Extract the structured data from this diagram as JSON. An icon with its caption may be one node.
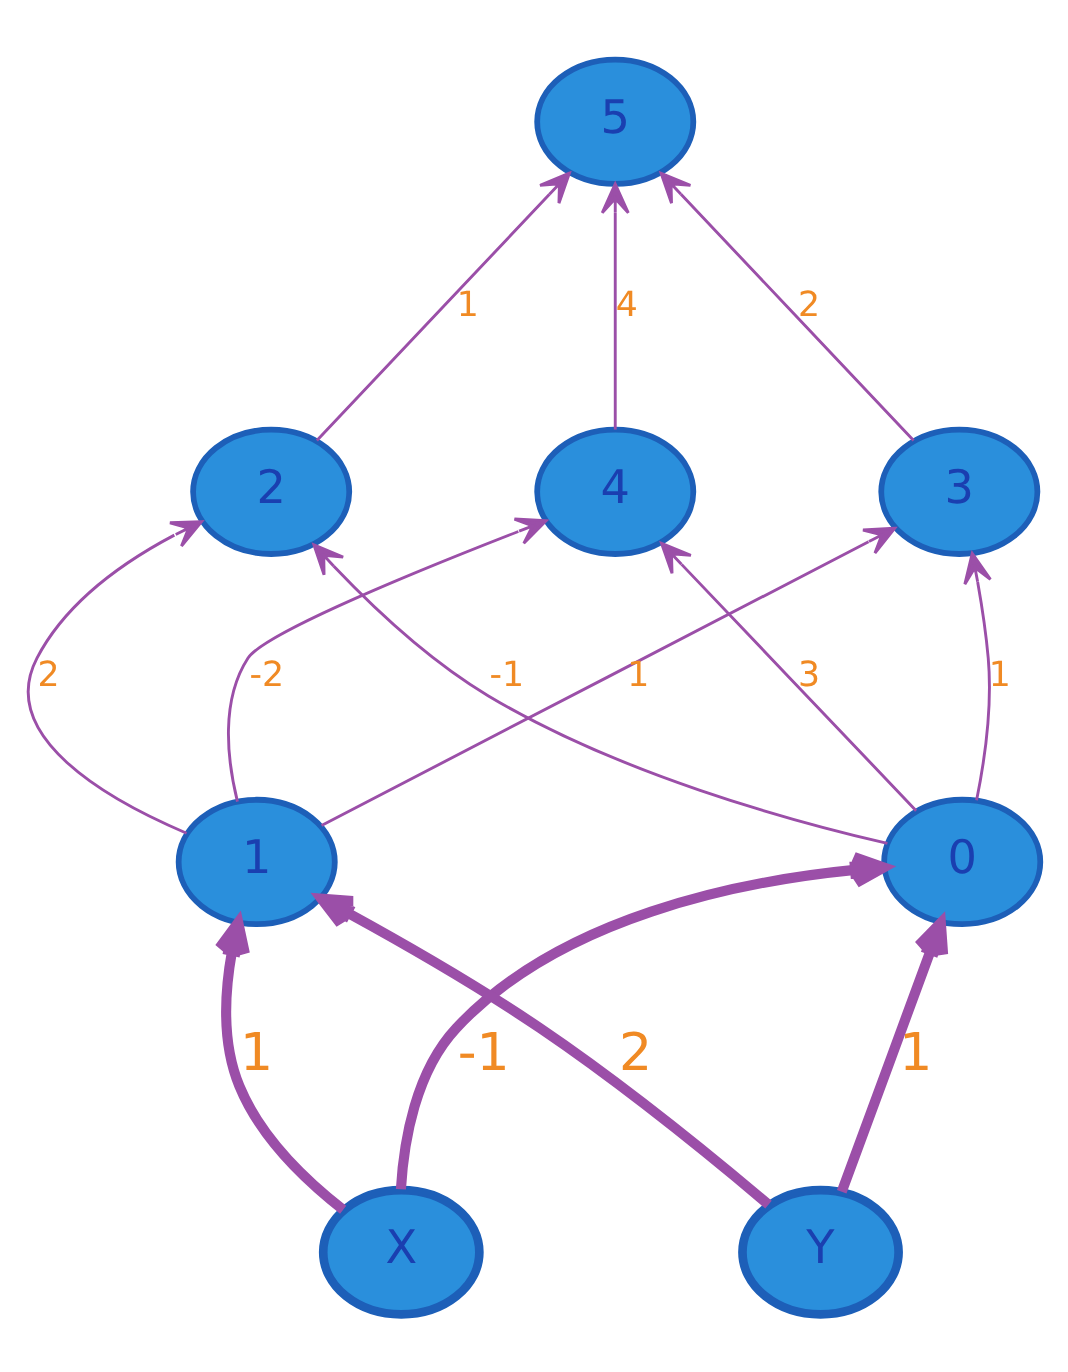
{
  "diagram": {
    "nodes": [
      {
        "text": [
          "5"
        ]
      },
      {
        "text": [
          "2"
        ]
      },
      {
        "text": [
          "3"
        ]
      },
      {
        "text": [
          "4"
        ]
      },
      {
        "text": [
          "0"
        ]
      },
      {
        "text": [
          "1"
        ]
      },
      {
        "text": [
          "X"
        ]
      },
      {
        "text": [
          "Y"
        ]
      }
    ],
    "edges": [
      {
        "from": 1,
        "to": 0,
        "arrow": "to",
        "label": "1"
      },
      {
        "from": 2,
        "to": 0,
        "arrow": "to",
        "label": "2"
      },
      {
        "from": 3,
        "to": 0,
        "arrow": "to",
        "label": "4"
      },
      {
        "from": 4,
        "to": 1,
        "arrow": "to",
        "label": "-1"
      },
      {
        "from": 4,
        "to": 2,
        "arrow": "to",
        "label": "1"
      },
      {
        "from": 5,
        "to": 1,
        "arrow": "to",
        "label": "2"
      },
      {
        "from": 5,
        "to": 2,
        "arrow": "to",
        "label": "1"
      },
      {
        "from": 5,
        "to": 3,
        "arrow": "to",
        "label": "-2"
      },
      {
        "from": 4,
        "to": 3,
        "arrow": "to",
        "label": "3"
      },
      {
        "from": 6,
        "to": 4,
        "arrow": "to",
        "label": "-1",
        "style": "thick"
      },
      {
        "from": 6,
        "to": 5,
        "arrow": "to",
        "label": "1",
        "style": "thick"
      },
      {
        "from": 7,
        "to": 4,
        "arrow": "to",
        "label": "1",
        "style": "thick"
      },
      {
        "from": 7,
        "to": 5,
        "arrow": "to",
        "label": "2",
        "style": "thick"
      }
    ]
  }
}
